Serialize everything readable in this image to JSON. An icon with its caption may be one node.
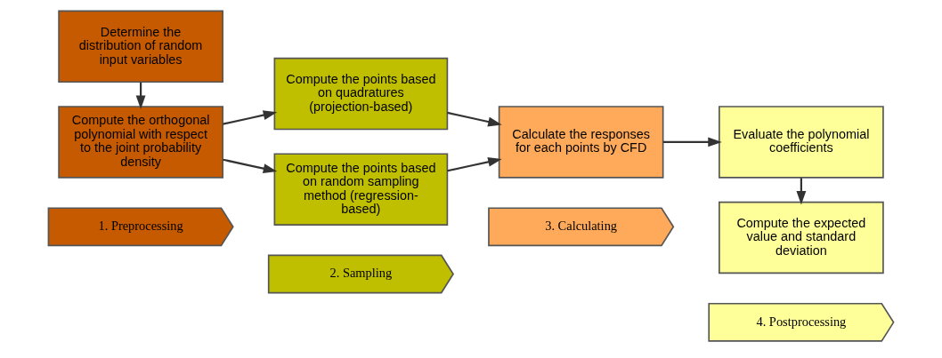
{
  "diagram": {
    "nodes": [
      {
        "text": [
          "1. Preprocessing"
        ]
      },
      {
        "text": [
          "2. Sampling"
        ]
      },
      {
        "text": [
          "3. Calculating"
        ]
      },
      {
        "text": [
          "4. Postprocessing"
        ]
      },
      {
        "text": [
          "Determine the distribution of random input variables"
        ]
      },
      {
        "text": [
          "Compute the orthogonal polynomial with respect to the joint probability density"
        ]
      },
      {
        "text": [
          "Compute the points based on quadratures (projection-based)"
        ]
      },
      {
        "text": [
          "Compute the points based on random sampling method (regression-based)"
        ]
      },
      {
        "text": [
          "Calculate the responses for each points by CFD"
        ]
      },
      {
        "text": [
          "Evaluate the polynomial coefficients"
        ]
      },
      {
        "text": [
          "Compute the expected value and standard deviation"
        ]
      }
    ],
    "edges": [
      {
        "from": 4,
        "to": 5,
        "arrow": "to"
      },
      {
        "from": 5,
        "to": 6,
        "arrow": "to"
      },
      {
        "from": 5,
        "to": 7,
        "arrow": "to"
      },
      {
        "from": 6,
        "to": 8,
        "arrow": "to"
      },
      {
        "from": 7,
        "to": 8,
        "arrow": "to"
      },
      {
        "from": 8,
        "to": 9,
        "arrow": "to"
      },
      {
        "from": 9,
        "to": 10,
        "arrow": "to"
      }
    ]
  }
}
